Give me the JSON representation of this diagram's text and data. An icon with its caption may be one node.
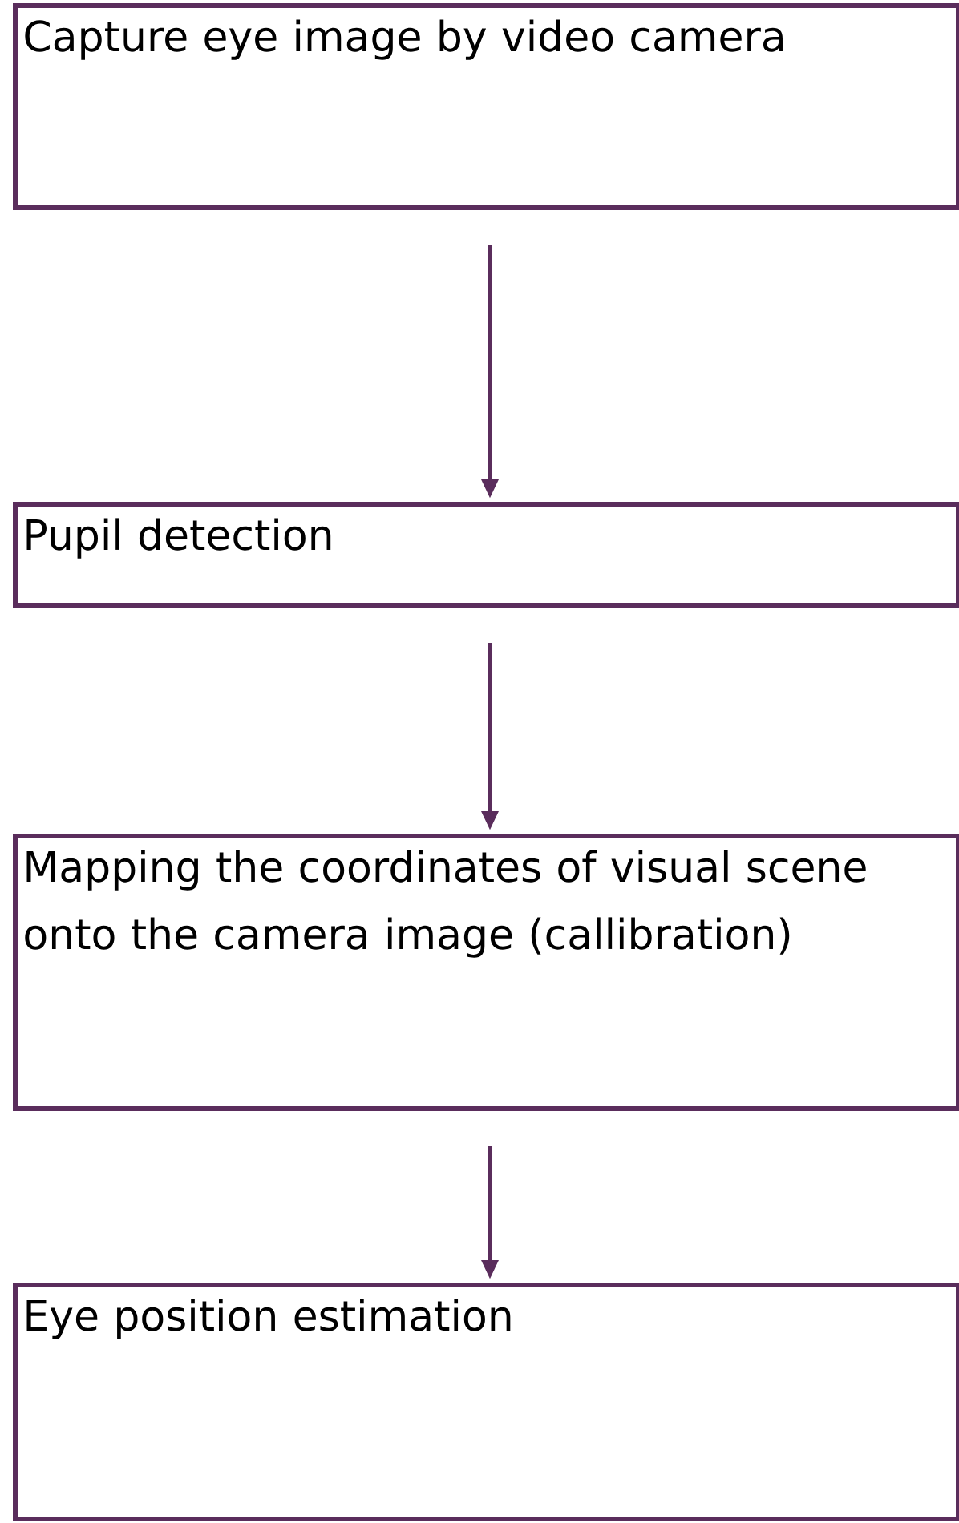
{
  "diagram": {
    "nodes": [
      {
        "text": [
          "Capture eye image by video camera"
        ]
      },
      {
        "text": [
          "Pupil detection"
        ]
      },
      {
        "text": [
          "Mapping the coordinates of visual scene onto the camera image (callibration)"
        ]
      },
      {
        "text": [
          "Eye position estimation"
        ]
      }
    ],
    "edges": [
      {
        "from": 0,
        "to": 1,
        "arrow": "to"
      },
      {
        "from": 1,
        "to": 2,
        "arrow": "to"
      },
      {
        "from": 2,
        "to": 3,
        "arrow": "to"
      }
    ]
  }
}
